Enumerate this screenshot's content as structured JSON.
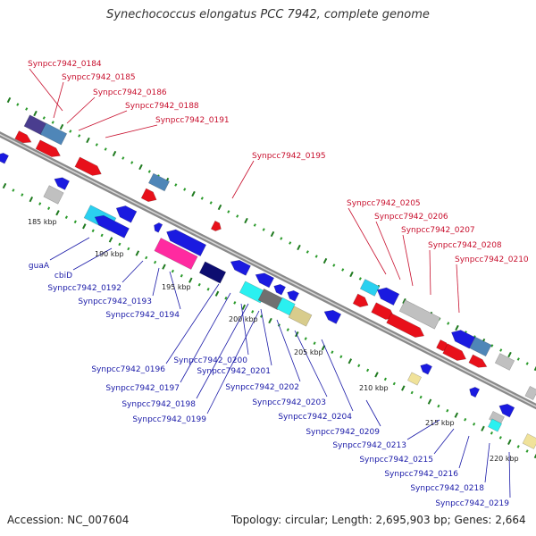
{
  "title": "Synechococcus elongatus PCC 7942, complete genome",
  "footer": {
    "accession": "Accession: NC_007604",
    "summary": "Topology: circular; Length: 2,695,903 bp; Genes: 2,664"
  },
  "colors": {
    "forward_label": "#c8102e",
    "reverse_label": "#1a1aa8",
    "backbone": "#8a8a8a"
  },
  "ticks": [
    "185 kbp",
    "190 kbp",
    "195 kbp",
    "200 kbp",
    "205 kbp",
    "210 kbp",
    "215 kbp",
    "220 kbp"
  ],
  "forward_labels": [
    "Synpcc7942_0184",
    "Synpcc7942_0185",
    "Synpcc7942_0186",
    "Synpcc7942_0188",
    "Synpcc7942_0191",
    "Synpcc7942_0195",
    "Synpcc7942_0205",
    "Synpcc7942_0206",
    "Synpcc7942_0207",
    "Synpcc7942_0208",
    "Synpcc7942_0210"
  ],
  "reverse_labels": [
    "guaA",
    "cbiD",
    "Synpcc7942_0192",
    "Synpcc7942_0193",
    "Synpcc7942_0194",
    "Synpcc7942_0196",
    "Synpcc7942_0197",
    "Synpcc7942_0198",
    "Synpcc7942_0199",
    "Synpcc7942_0200",
    "Synpcc7942_0201",
    "Synpcc7942_0202",
    "Synpcc7942_0203",
    "Synpcc7942_0204",
    "Synpcc7942_0209",
    "Synpcc7942_0213",
    "Synpcc7942_0215",
    "Synpcc7942_0216",
    "Synpcc7942_0218",
    "Synpcc7942_0219"
  ]
}
